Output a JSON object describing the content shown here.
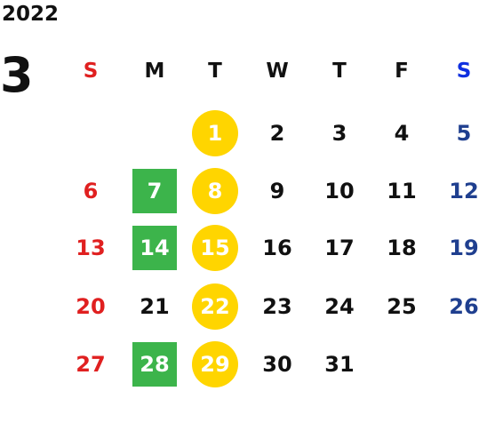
{
  "year": "2022",
  "month": "3",
  "weekdays": [
    "S",
    "M",
    "T",
    "W",
    "T",
    "F",
    "S"
  ],
  "weeks": [
    [
      "",
      "",
      "1",
      "2",
      "3",
      "4",
      "5"
    ],
    [
      "6",
      "7",
      "8",
      "9",
      "10",
      "11",
      "12"
    ],
    [
      "13",
      "14",
      "15",
      "16",
      "17",
      "18",
      "19"
    ],
    [
      "20",
      "21",
      "22",
      "23",
      "24",
      "25",
      "26"
    ],
    [
      "27",
      "28",
      "29",
      "30",
      "31",
      "",
      ""
    ]
  ],
  "colors": {
    "sunday": "#e02020",
    "saturday": "#1f3f8f",
    "green_mark": "#3cb44b",
    "yellow_mark": "#ffd500"
  },
  "marks": {
    "green_square_days": [
      "7",
      "14",
      "28"
    ],
    "yellow_circle_days": [
      "1",
      "8",
      "15",
      "22",
      "29"
    ]
  }
}
